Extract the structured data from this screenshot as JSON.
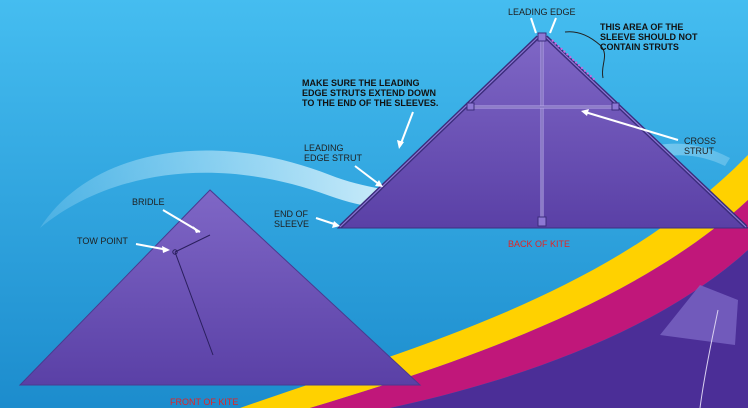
{
  "colors": {
    "sky_top": "#3fb6ec",
    "sky_bottom": "#1e8fd0",
    "kite_fill": "#6a52b2",
    "kite_edge": "#4a3a90",
    "stripe_yellow": "#ffd100",
    "stripe_magenta": "#c0177a",
    "label_red": "#e22424"
  },
  "front": {
    "bridle": "BRIDLE",
    "tow_point": "TOW POINT",
    "caption": "FRONT OF KITE"
  },
  "back": {
    "leading_edge": "LEADING EDGE",
    "sleeve_note": "THIS AREA OF THE\nSLEEVE SHOULD NOT\nCONTAIN STRUTS",
    "struts_note": "MAKE SURE THE LEADING\nEDGE STRUTS EXTEND DOWN\nTO THE END OF THE SLEEVES.",
    "leading_edge_strut": "LEADING\nEDGE STRUT",
    "end_of_sleeve": "END OF\nSLEEVE",
    "cross_strut": "CROSS\nSTRUT",
    "caption": "BACK OF KITE"
  }
}
